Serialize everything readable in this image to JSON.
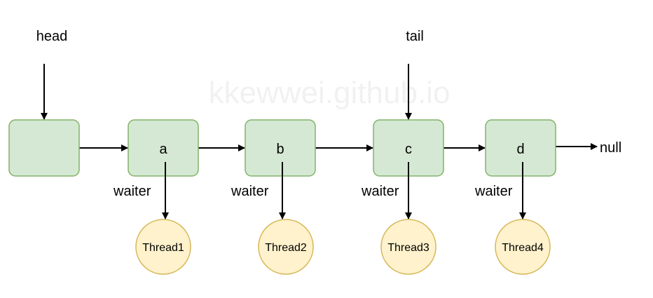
{
  "labels": {
    "head": "head",
    "tail": "tail",
    "null": "null",
    "waiter": "waiter"
  },
  "watermark": "kkewwei.github.io",
  "nodes": [
    {
      "id": "head-node",
      "label": ""
    },
    {
      "id": "node-a",
      "label": "a"
    },
    {
      "id": "node-b",
      "label": "b"
    },
    {
      "id": "node-c",
      "label": "c"
    },
    {
      "id": "node-d",
      "label": "d"
    }
  ],
  "threads": [
    {
      "label": "Thread1"
    },
    {
      "label": "Thread2"
    },
    {
      "label": "Thread3"
    },
    {
      "label": "Thread4"
    }
  ],
  "colors": {
    "node_fill": "#d5e8d4",
    "node_stroke": "#82b366",
    "thread_fill": "#fff2cc",
    "thread_stroke": "#d6b656",
    "line": "#000000"
  }
}
